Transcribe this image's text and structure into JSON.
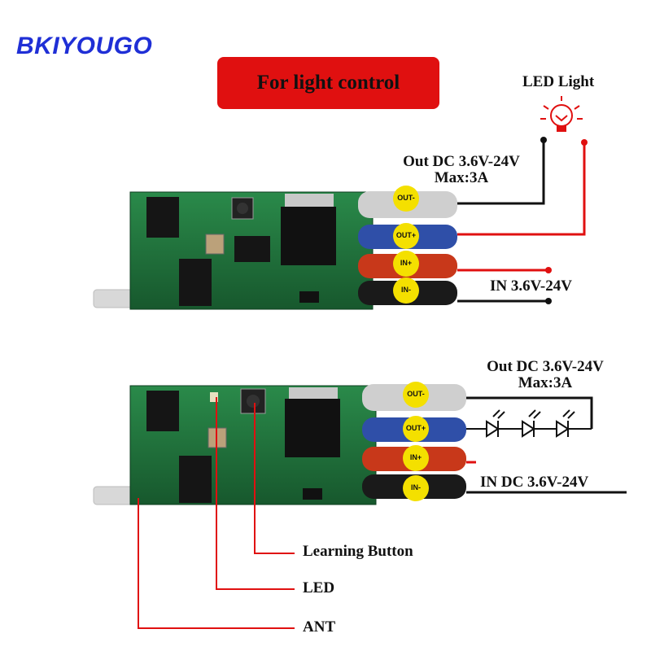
{
  "brand": "BKIYOUGO",
  "banner": "For light control",
  "top_diagram": {
    "led_light_label": "LED Light",
    "out_label_line1": "Out DC 3.6V-24V",
    "out_label_line2": "Max:3A",
    "in_label": "IN 3.6V-24V",
    "terminals": [
      "OUT-",
      "OUT+",
      "IN+",
      "IN-"
    ]
  },
  "bottom_diagram": {
    "out_label_line1": "Out DC 3.6V-24V",
    "out_label_line2": "Max:3A",
    "in_label": "IN DC 3.6V-24V",
    "terminals": [
      "OUT-",
      "OUT+",
      "IN+",
      "IN-"
    ],
    "callouts": {
      "learning_button": "Learning Button",
      "led": "LED",
      "ant": "ANT"
    }
  },
  "colors": {
    "brand": "#1f2fd6",
    "banner": "#e01010",
    "wire_red": "#e01010",
    "wire_black": "#111111",
    "pcb": "#1f6e3a",
    "terminal_badge": "#f4e000"
  }
}
